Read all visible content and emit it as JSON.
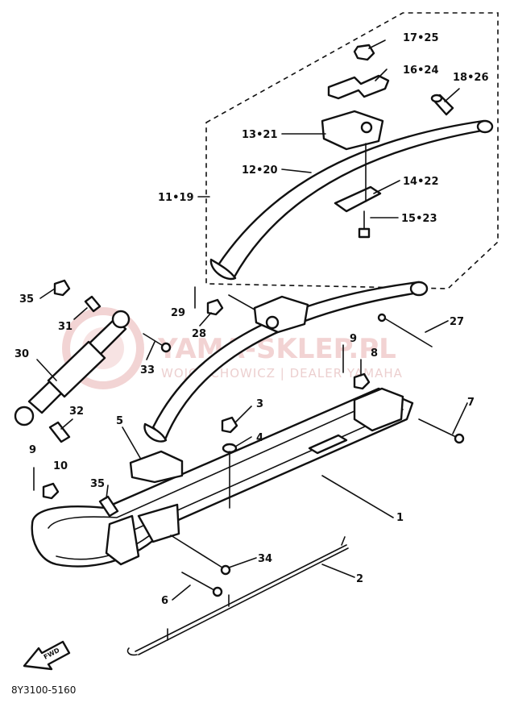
{
  "callouts": [
    {
      "id": "c-17-25",
      "text": "17•25"
    },
    {
      "id": "c-16-24",
      "text": "16•24"
    },
    {
      "id": "c-18-26",
      "text": "18•26"
    },
    {
      "id": "c-13-21",
      "text": "13•21"
    },
    {
      "id": "c-12-20",
      "text": "12•20"
    },
    {
      "id": "c-11-19",
      "text": "11•19"
    },
    {
      "id": "c-14-22",
      "text": "14•22"
    },
    {
      "id": "c-15-23",
      "text": "15•23"
    },
    {
      "id": "c-35a",
      "text": "35"
    },
    {
      "id": "c-31",
      "text": "31"
    },
    {
      "id": "c-29",
      "text": "29"
    },
    {
      "id": "c-28",
      "text": "28"
    },
    {
      "id": "c-27",
      "text": "27"
    },
    {
      "id": "c-30",
      "text": "30"
    },
    {
      "id": "c-33",
      "text": "33"
    },
    {
      "id": "c-9a",
      "text": "9"
    },
    {
      "id": "c-8",
      "text": "8"
    },
    {
      "id": "c-3",
      "text": "3"
    },
    {
      "id": "c-4",
      "text": "4"
    },
    {
      "id": "c-7",
      "text": "7"
    },
    {
      "id": "c-32",
      "text": "32"
    },
    {
      "id": "c-5",
      "text": "5"
    },
    {
      "id": "c-9b",
      "text": "9"
    },
    {
      "id": "c-10",
      "text": "10"
    },
    {
      "id": "c-35b",
      "text": "35"
    },
    {
      "id": "c-1",
      "text": "1"
    },
    {
      "id": "c-34",
      "text": "34"
    },
    {
      "id": "c-2",
      "text": "2"
    },
    {
      "id": "c-6",
      "text": "6"
    }
  ],
  "watermark": {
    "brand": "YAMA-SKLEP.PL",
    "tagline": "WOJCIECHOWICZ | DEALER YAMAHA"
  },
  "fwd_label": "FWD",
  "diagram_code": "8Y3100-5160"
}
